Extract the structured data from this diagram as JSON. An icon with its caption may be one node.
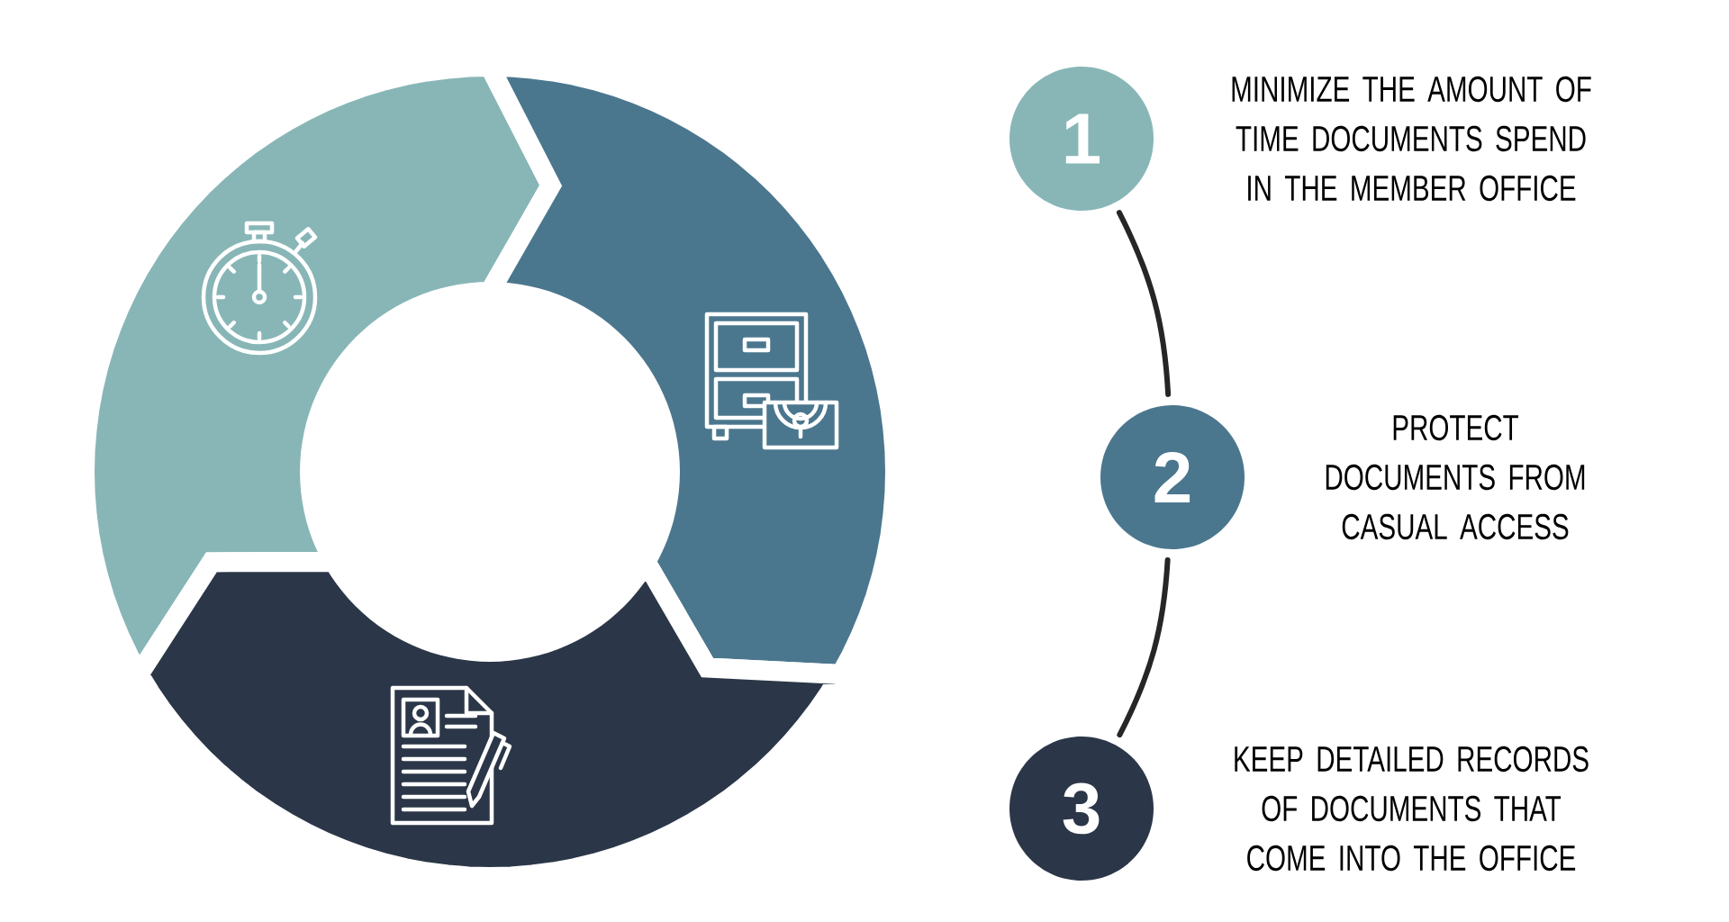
{
  "diagram": {
    "nodes": [
      {
        "text": [
          "1"
        ],
        "beside": [
          "MINIMIZE THE AMOUNT OF TIME DOCUMENTS SPEND IN THE MEMBER OFFICE"
        ]
      },
      {
        "text": [
          "2"
        ],
        "beside": [
          "PROTECT DOCUMENTS FROM CASUAL ACCESS"
        ]
      },
      {
        "text": [
          "3"
        ],
        "beside": [
          "KEEP DETAILED RECORDS OF DOCUMENTS THAT COME INTO THE OFFICE"
        ]
      }
    ],
    "edges": [
      {
        "from": 0,
        "to": 1,
        "arrow": "none"
      },
      {
        "from": 1,
        "to": 2,
        "arrow": "none"
      }
    ]
  }
}
